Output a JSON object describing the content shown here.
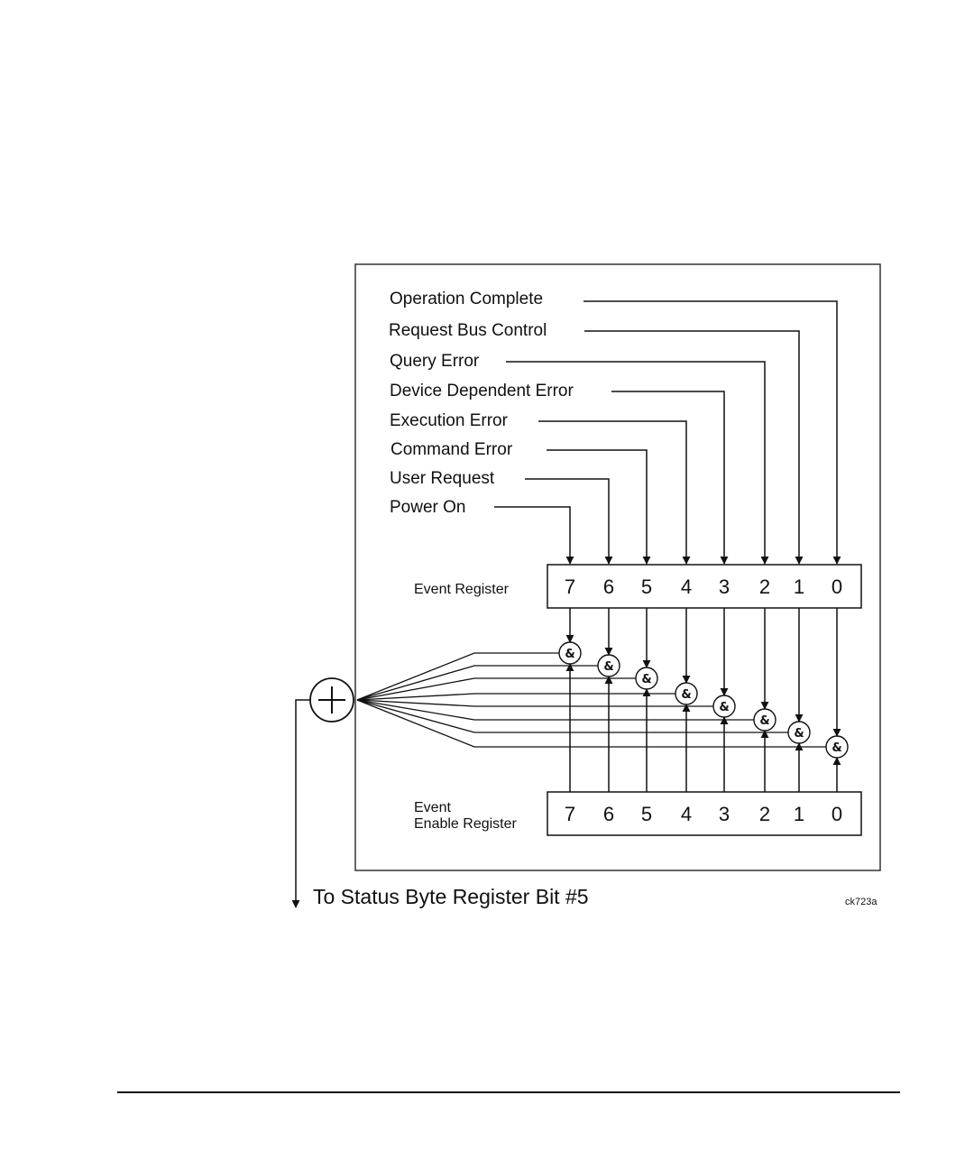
{
  "event_sources": [
    {
      "label": "Operation Complete",
      "bit": 0
    },
    {
      "label": "Request Bus Control",
      "bit": 1
    },
    {
      "label": "Query Error",
      "bit": 2
    },
    {
      "label": "Device Dependent Error",
      "bit": 3
    },
    {
      "label": "Execution Error",
      "bit": 4
    },
    {
      "label": "Command Error",
      "bit": 5
    },
    {
      "label": "User Request",
      "bit": 6
    },
    {
      "label": "Power On",
      "bit": 7
    }
  ],
  "event_register": {
    "label": "Event Register",
    "bits": [
      "7",
      "6",
      "5",
      "4",
      "3",
      "2",
      "1",
      "0"
    ]
  },
  "enable_register": {
    "label_line1": "Event",
    "label_line2": "Enable Register",
    "bits": [
      "7",
      "6",
      "5",
      "4",
      "3",
      "2",
      "1",
      "0"
    ]
  },
  "and_gate_symbol": "&",
  "or_gate_symbol": "+",
  "output_label": "To Status Byte Register Bit #5",
  "figure_code": "ck723a"
}
